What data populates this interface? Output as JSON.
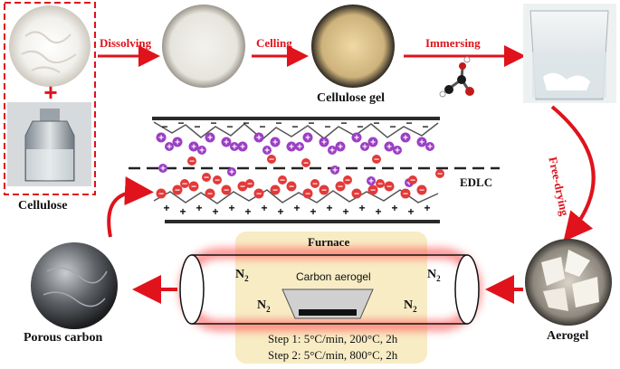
{
  "labels": {
    "cellulose": "Cellulose",
    "cellulose_gel": "Cellulose gel",
    "edlc": "EDLC",
    "furnace": "Furnace",
    "carbon_aerogel": "Carbon aerogel",
    "aerogel": "Aerogel",
    "porous_carbon": "Porous carbon"
  },
  "steps": {
    "dissolving": "Dissolving",
    "celling": "Celling",
    "immersing": "Immersing",
    "free_drying": "Free-drying"
  },
  "gas": {
    "symbol": "N",
    "subscript": "2"
  },
  "conditions": {
    "step1": "Step 1: 5°C/min, 200°C,   2h",
    "step2": "Step 2: 5°C/min, 800°C,   2h"
  },
  "plus_sign": "+",
  "colors": {
    "arrow_red": "#e0121b",
    "cation_purple": "#9b3fc4",
    "anion_red": "#e23a3a",
    "furnace_bg": "#f7ecc4",
    "glow": "#ff5a5a"
  }
}
